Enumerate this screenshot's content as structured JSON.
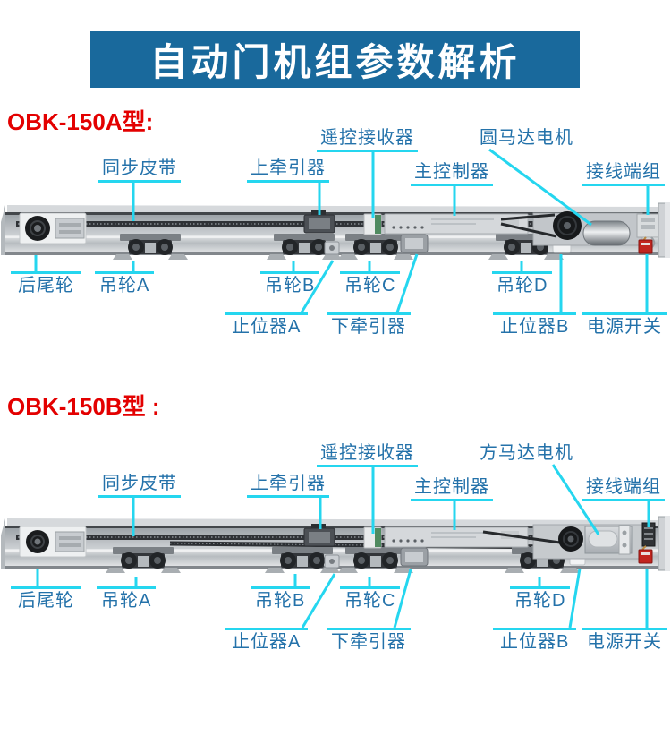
{
  "title": "自动门机组参数解析",
  "colors": {
    "banner_bg": "#19699c",
    "heading_red": "#e30000",
    "label_blue": "#2472aa",
    "leader_cyan": "#25d6ef"
  },
  "sections": [
    {
      "heading": "OBK-150A型:",
      "labels": {
        "sync_belt": "同步皮带",
        "upper_traction": "上牵引器",
        "remote_receiver": "遥控接收器",
        "main_controller": "主控制器",
        "motor": "圆马达电机",
        "terminal_group": "接线端组",
        "rear_wheel": "后尾轮",
        "hanger_a": "吊轮A",
        "hanger_b": "吊轮B",
        "hanger_c": "吊轮C",
        "hanger_d": "吊轮D",
        "stopper_a": "止位器A",
        "lower_traction": "下牵引器",
        "stopper_b": "止位器B",
        "power_switch": "电源开关"
      }
    },
    {
      "heading": "OBK-150B型 :",
      "labels": {
        "sync_belt": "同步皮带",
        "upper_traction": "上牵引器",
        "remote_receiver": "遥控接收器",
        "main_controller": "主控制器",
        "motor": "方马达电机",
        "terminal_group": "接线端组",
        "rear_wheel": "后尾轮",
        "hanger_a": "吊轮A",
        "hanger_b": "吊轮B",
        "hanger_c": "吊轮C",
        "hanger_d": "吊轮D",
        "stopper_a": "止位器A",
        "lower_traction": "下牵引器",
        "stopper_b": "止位器B",
        "power_switch": "电源开关"
      }
    }
  ]
}
